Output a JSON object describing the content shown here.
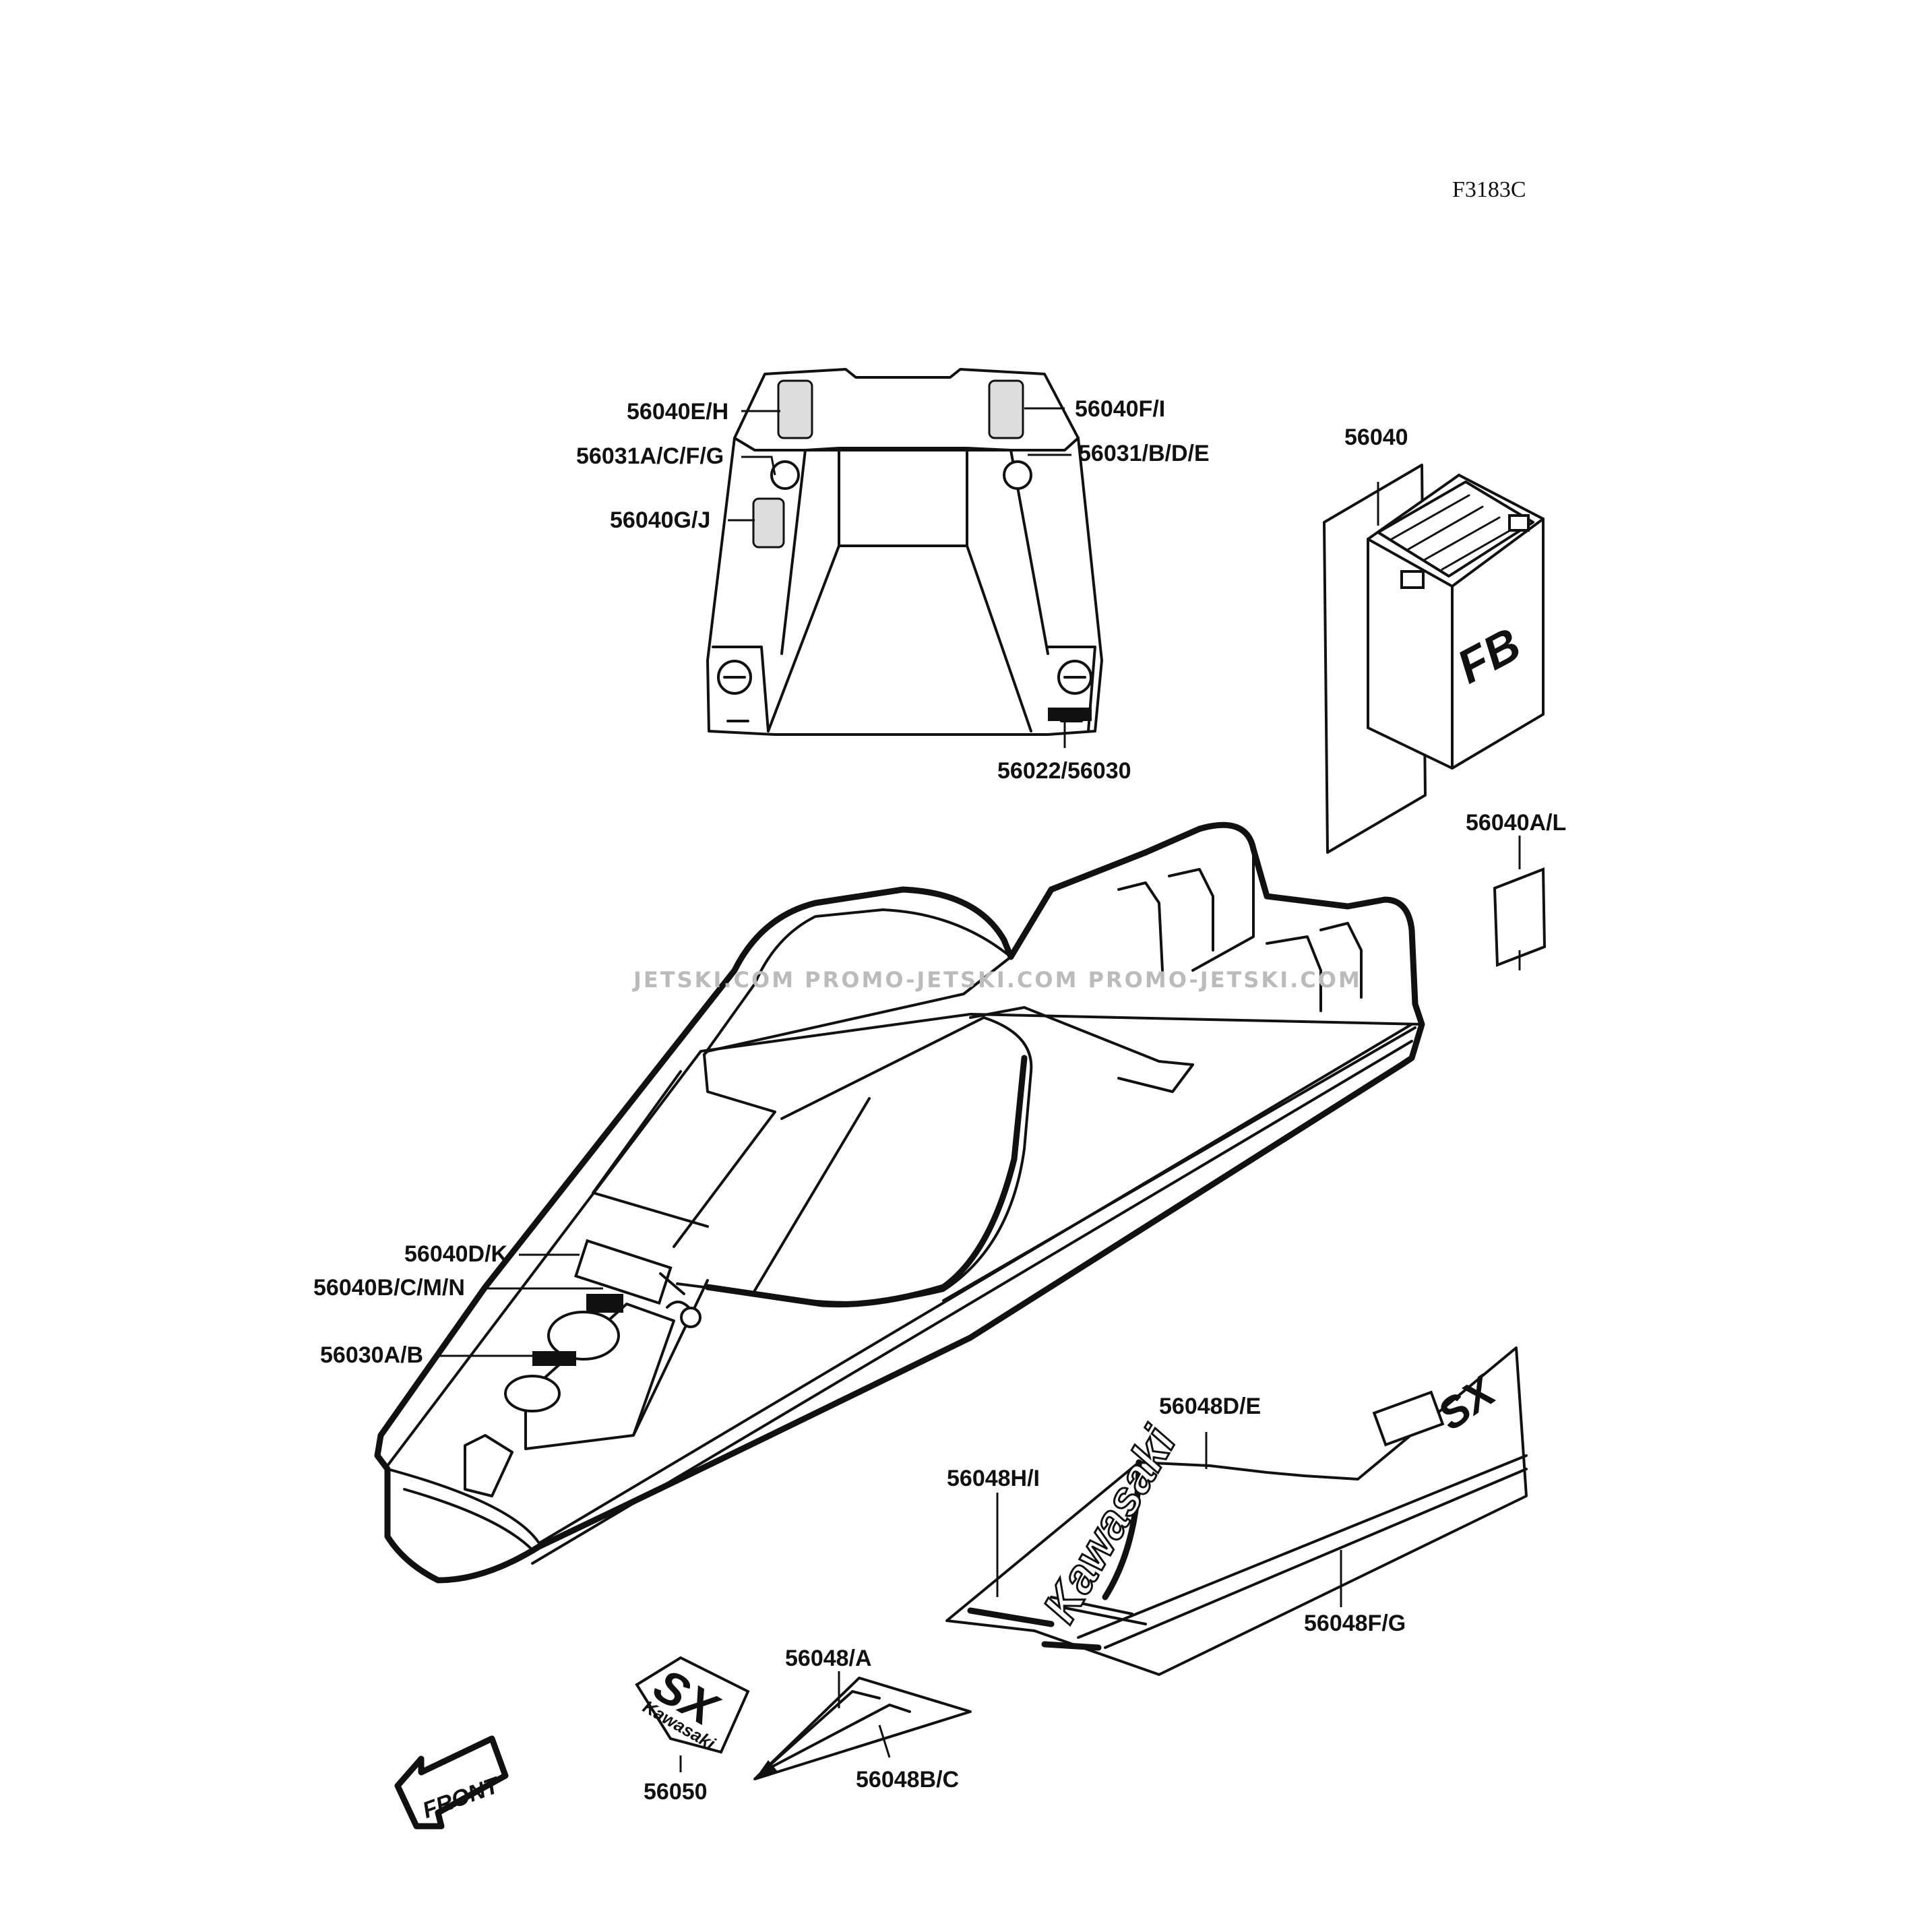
{
  "figure_code": "F3183C",
  "watermark": "JETSKI.COM  PROMO-JETSKI.COM  PROMO-JETSKI.COM",
  "part_labels": {
    "p56040EH": "56040E/H",
    "p56040FI": "56040F/I",
    "p56031ACFG": "56031A/C/F/G",
    "p56031BDE": "56031/B/D/E",
    "p56040GJ": "56040G/J",
    "p56040": "56040",
    "p56022_56030": "56022/56030",
    "p56040AL": "56040A/L",
    "p56040DK": "56040D/K",
    "p56040BCMN": "56040B/C/M/N",
    "p56030AB": "56030A/B",
    "p56048DE": "56048D/E",
    "p56048HI": "56048H/I",
    "p56048FG": "56048F/G",
    "p56048A": "56048/A",
    "p56050": "56050",
    "p56048BC": "56048B/C"
  },
  "decal_text": {
    "battery": "FB",
    "brand": "Kawasaki",
    "model": "SX",
    "front_arrow": "FRONT"
  }
}
